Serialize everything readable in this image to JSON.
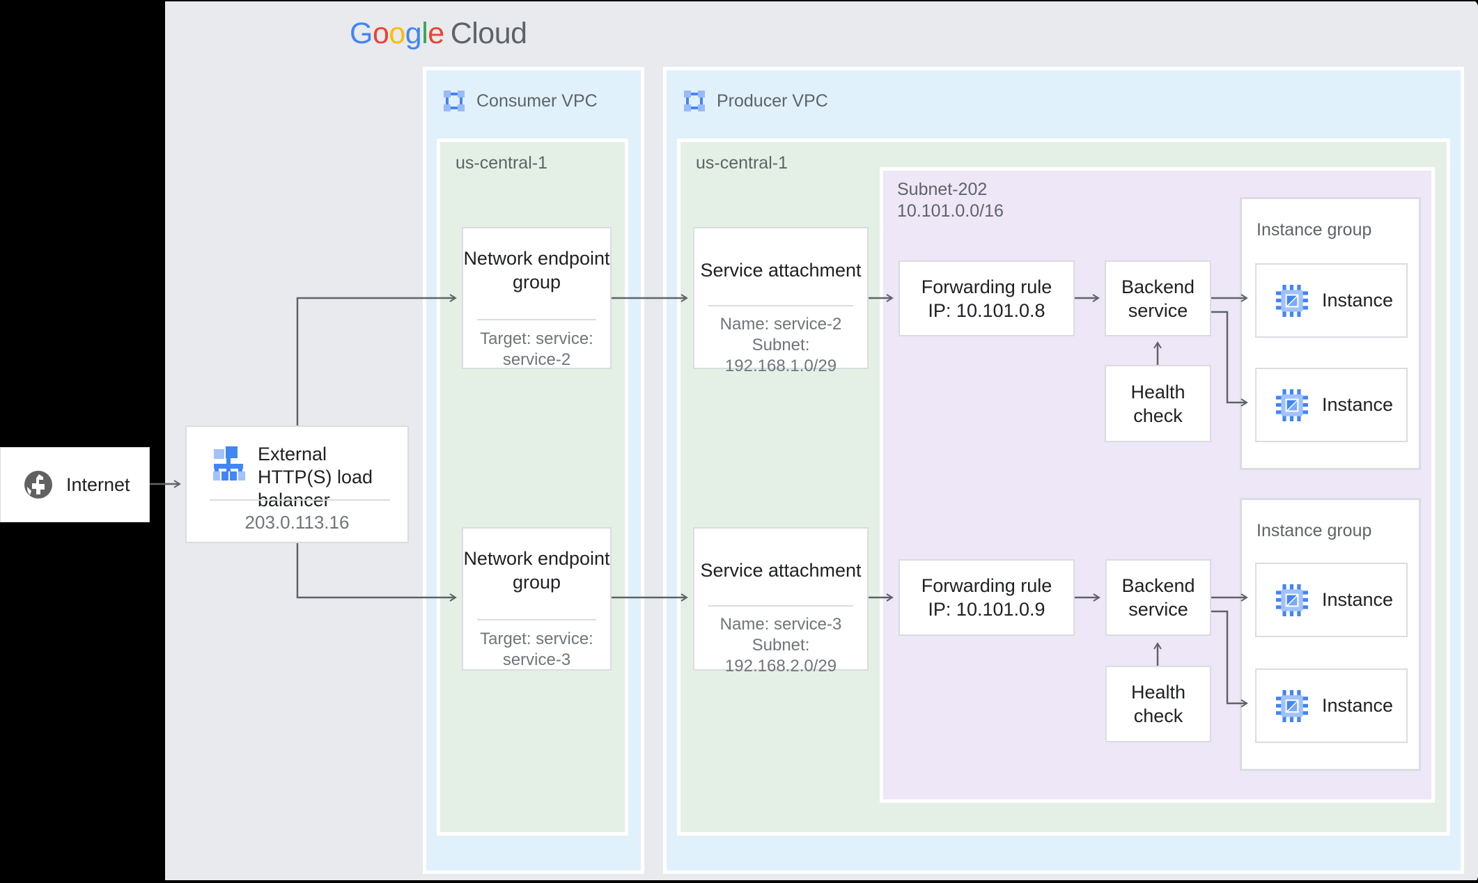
{
  "colors": {
    "canvas": "#E8EAED",
    "vpc_fill": "#E0F1FB",
    "region_fill": "#E4F0E5",
    "subnet_fill": "#EDE7F7",
    "box_border": "#DADCE0",
    "text_dark": "#202124",
    "text_gray": "#5F6368",
    "connector": "#5F6368",
    "google_blue": "#4285F4",
    "google_red": "#EA4335",
    "google_yellow": "#FBBC05",
    "google_green": "#34A853",
    "icon_blue_light": "#A1C2FA"
  },
  "logo": {
    "g1": "G",
    "o1": "o",
    "o2": "o",
    "g2": "g",
    "l1": "l",
    "e1": "e",
    "cloud": "Cloud"
  },
  "internet": {
    "label": "Internet"
  },
  "load_balancer": {
    "title": "External HTTP(S) load balancer",
    "ip": "203.0.113.16"
  },
  "consumer_vpc": {
    "label": "Consumer VPC",
    "region": "us-central-1",
    "negs": [
      {
        "title": "Network endpoint group",
        "detail": "Target: service: service-2"
      },
      {
        "title": "Network endpoint group",
        "detail": "Target: service: service-3"
      }
    ]
  },
  "producer_vpc": {
    "label": "Producer VPC",
    "region": "us-central-1",
    "service_attachments": [
      {
        "title": "Service attachment",
        "name": "Name: service-2",
        "subnet_label": "Subnet:",
        "cidr": "192.168.1.0/29"
      },
      {
        "title": "Service attachment",
        "name": "Name: service-3",
        "subnet_label": "Subnet:",
        "cidr": "192.168.2.0/29"
      }
    ],
    "subnet": {
      "name": "Subnet-202",
      "cidr": "10.101.0.0/16",
      "rows": [
        {
          "forwarding_rule_title": "Forwarding rule",
          "forwarding_rule_ip": "IP: 10.101.0.8",
          "backend_service": "Backend service",
          "health_check": "Health check",
          "instance_group_label": "Instance group",
          "instances": [
            "Instance",
            "Instance"
          ]
        },
        {
          "forwarding_rule_title": "Forwarding rule",
          "forwarding_rule_ip": "IP: 10.101.0.9",
          "backend_service": "Backend service",
          "health_check": "Health check",
          "instance_group_label": "Instance group",
          "instances": [
            "Instance",
            "Instance"
          ]
        }
      ]
    }
  }
}
